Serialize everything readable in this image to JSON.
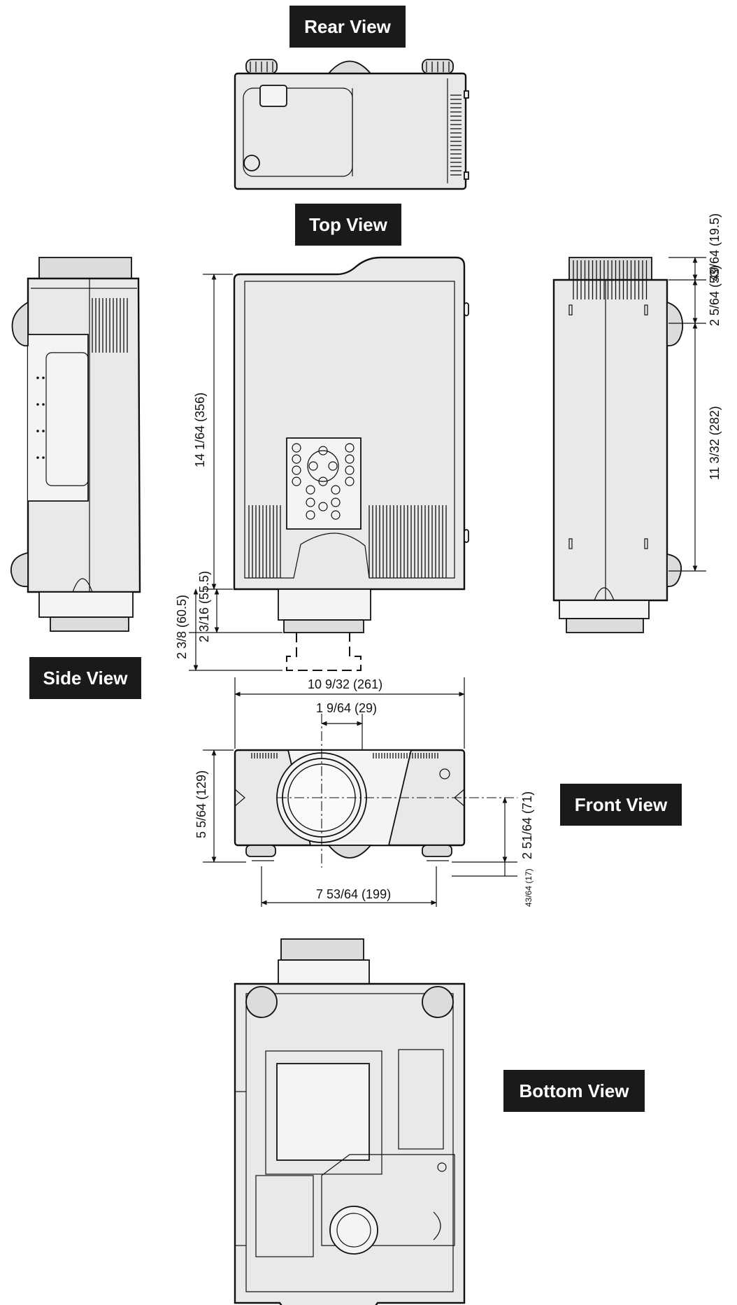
{
  "views": {
    "rear": "Rear View",
    "top": "Top View",
    "side": "Side View",
    "front": "Front View",
    "bottom": "Bottom View"
  },
  "dimensions": {
    "top_depth": "14 1/64 (356)",
    "lens_extend_max": "2 3/8 (60.5)",
    "lens_extend_min": "2 3/16 (55.5)",
    "side_top_vent": "49/64 (19.5)",
    "side_upper": "2 5/64 (53)",
    "side_main": "11 3/32 (282)",
    "front_width": "10 9/32 (261)",
    "lens_offset": "1 9/64 (29)",
    "front_height": "5 5/64 (129)",
    "lens_center_height": "2 51/64 (71)",
    "foot_height": "43/64 (17)",
    "foot_span": "7 53/64 (199)"
  },
  "colors": {
    "line": "#111111",
    "body_fill": "#e9e9e9",
    "label_bg": "#1a1a1a",
    "label_text": "#ffffff"
  }
}
